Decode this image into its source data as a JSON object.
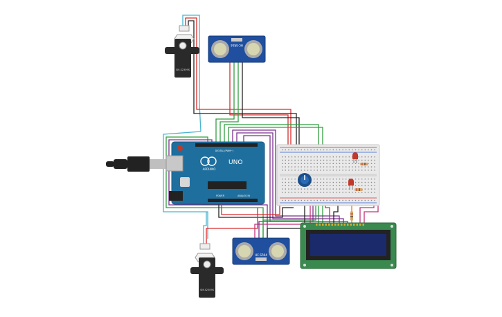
{
  "components": {
    "arduino": {
      "brand": "ARDUINO",
      "model": "UNO",
      "header_digital": "DIGITAL (PWM~)",
      "header_power": "POWER",
      "header_analog": "ANALOG IN",
      "colors": {
        "board": "#1f6f9e",
        "silkscreen": "#ffffff",
        "chip": "#222222"
      }
    },
    "servo_top": {
      "model": "SM-S2309S"
    },
    "servo_bottom": {
      "model": "SM-S2309S"
    },
    "ultrasonic_top": {
      "model": "HC-SR04"
    },
    "ultrasonic_bottom": {
      "model": "HC-SR04"
    },
    "lcd": {
      "type": "16x2 LCD",
      "colors": {
        "pcb": "#3a8a4f",
        "screen": "#1b2a6b"
      }
    },
    "breadboard": {
      "colors": {
        "body": "#e9e9e9"
      }
    },
    "potentiometer": {
      "colors": {
        "knob": "#1c4f8c"
      }
    },
    "led": {
      "colors": {
        "body": "#c0392b"
      }
    },
    "resistors": {
      "count": 3
    }
  },
  "wire_colors": {
    "power": "#d62b2b",
    "ground": "#222222",
    "signal_green": "#2f9e3f",
    "signal_purple": "#7a2f8e",
    "signal_cyan": "#49b3d0",
    "signal_magenta": "#c0327a",
    "signal_orange": "#e07b1f"
  }
}
